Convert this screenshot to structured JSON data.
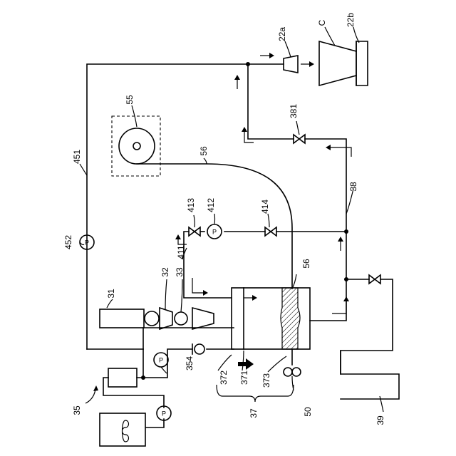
{
  "labels": {
    "l_22a": "22a",
    "l_c": "C",
    "l_22b": "22b",
    "l_55": "55",
    "l_56a": "56",
    "l_56b": "56",
    "l_381": "381",
    "l_38": "38",
    "l_451": "451",
    "l_452": "452",
    "l_413": "413",
    "l_412": "412",
    "l_414": "414",
    "l_411": "411",
    "l_31": "31",
    "l_32": "32",
    "l_33": "33",
    "l_354": "354",
    "l_35": "35",
    "l_372": "372",
    "l_371": "371",
    "l_373": "373",
    "l_37": "37",
    "l_50": "50",
    "l_39": "39"
  },
  "pump_symbol": "P"
}
